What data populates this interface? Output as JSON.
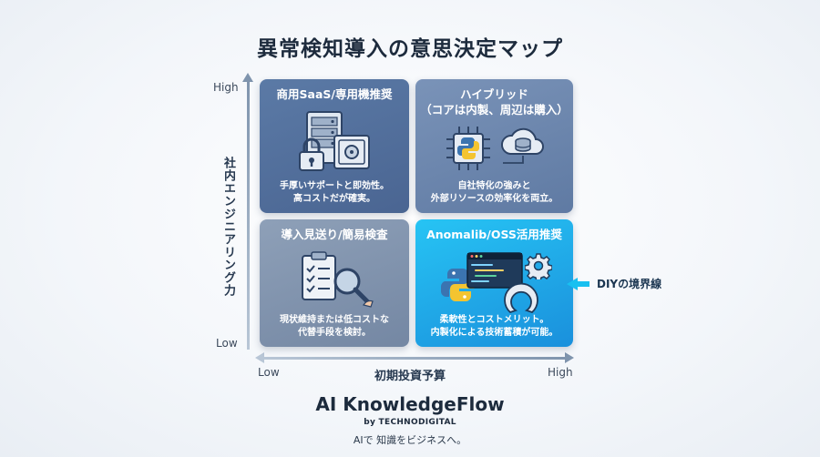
{
  "title": "異常検知導入の意思決定マップ",
  "axes": {
    "y_title": "社内エンジニアリング力",
    "y_high": "High",
    "y_low": "Low",
    "x_title": "初期投資予算",
    "x_low": "Low",
    "x_high": "High"
  },
  "quadrants": {
    "top_left": {
      "title": "商用SaaS/専用機推奨",
      "desc_line1": "手厚いサポートと即効性。",
      "desc_line2": "高コストだが確実。",
      "icons": [
        "server-icon",
        "padlock-icon",
        "safe-icon"
      ]
    },
    "top_right": {
      "title_line1": "ハイブリッド",
      "title_line2": "（コアは内製、周辺は購入）",
      "desc_line1": "自社特化の強みと",
      "desc_line2": "外部リソースの効率化を両立。",
      "icons": [
        "chip-icon",
        "python-icon",
        "cloud-database-icon"
      ]
    },
    "bottom_left": {
      "title": "導入見送り/簡易検査",
      "desc_line1": "現状維持または低コストな",
      "desc_line2": "代替手段を検討。",
      "icons": [
        "checklist-icon",
        "magnifier-icon"
      ]
    },
    "bottom_right": {
      "title": "Anomalib/OSS活用推奨",
      "desc_line1": "柔軟性とコストメリット。",
      "desc_line2": "内製化による技術蓄積が可能。",
      "icons": [
        "python-icon",
        "code-editor-icon",
        "gear-icon",
        "open-source-icon"
      ]
    }
  },
  "diy_label": "DIYの境界線",
  "brand": {
    "name": "AI KnowledgeFlow",
    "sub": "by TECHNODIGITAL",
    "tagline": "AIで 知識をビジネスへ。"
  },
  "colors": {
    "accent": "#19c0f0",
    "top_left": "#4f6c98",
    "top_right": "#6b86ad",
    "bottom_left": "#8193ad",
    "bottom_right": "#1fa8e8"
  }
}
